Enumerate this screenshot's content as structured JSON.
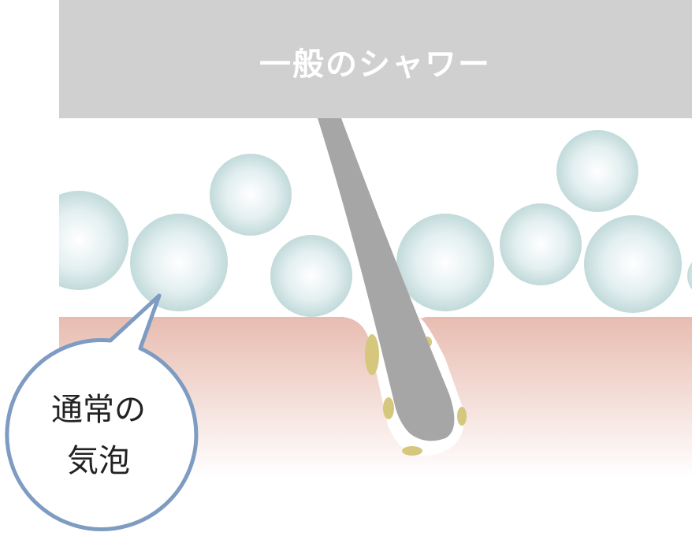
{
  "banner": {
    "title": "一般のシャワー"
  },
  "callout": {
    "line1": "通常の",
    "line2": "気泡"
  },
  "colors": {
    "banner": "#d0d0d0",
    "bubble_edge": "#c2dada",
    "skin_top": "#e8bcb0",
    "hair": "#a6a6a6",
    "sebum": "#d6c77e",
    "callout_border": "#7e9bc2"
  }
}
